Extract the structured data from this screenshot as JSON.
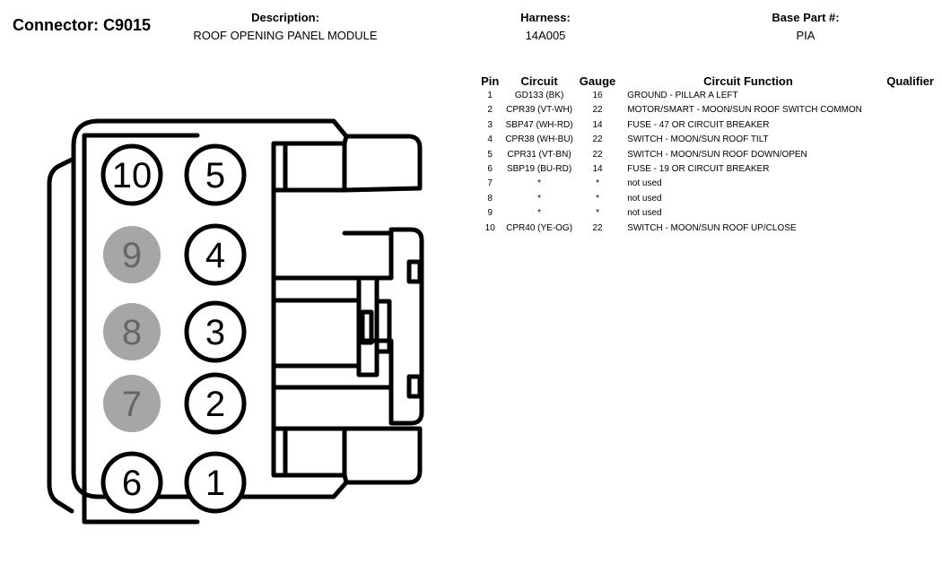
{
  "header": {
    "connector_title": "Connector: C9015",
    "description_label": "Description:",
    "description_value": "ROOF OPENING PANEL MODULE",
    "harness_label": "Harness:",
    "harness_value": "14A005",
    "base_part_label": "Base Part #:",
    "base_part_value": "PIA"
  },
  "table": {
    "columns": [
      "Pin",
      "Circuit",
      "Gauge",
      "Circuit Function",
      "Qualifier"
    ],
    "rows": [
      {
        "pin": "1",
        "circuit": "GD133 (BK)",
        "gauge": "16",
        "function": "GROUND - PILLAR A LEFT",
        "qualifier": ""
      },
      {
        "pin": "2",
        "circuit": "CPR39 (VT-WH)",
        "gauge": "22",
        "function": "MOTOR/SMART - MOON/SUN ROOF SWITCH COMMON",
        "qualifier": ""
      },
      {
        "pin": "3",
        "circuit": "SBP47 (WH-RD)",
        "gauge": "14",
        "function": "FUSE - 47 OR CIRCUIT BREAKER",
        "qualifier": ""
      },
      {
        "pin": "4",
        "circuit": "CPR38 (WH-BU)",
        "gauge": "22",
        "function": "SWITCH - MOON/SUN ROOF TILT",
        "qualifier": ""
      },
      {
        "pin": "5",
        "circuit": "CPR31 (VT-BN)",
        "gauge": "22",
        "function": "SWITCH - MOON/SUN ROOF DOWN/OPEN",
        "qualifier": ""
      },
      {
        "pin": "6",
        "circuit": "SBP19 (BU-RD)",
        "gauge": "14",
        "function": "FUSE - 19 OR CIRCUIT BREAKER",
        "qualifier": ""
      },
      {
        "pin": "7",
        "circuit": "*",
        "gauge": "*",
        "function": "not used",
        "qualifier": ""
      },
      {
        "pin": "8",
        "circuit": "*",
        "gauge": "*",
        "function": "not used",
        "qualifier": ""
      },
      {
        "pin": "9",
        "circuit": "*",
        "gauge": "*",
        "function": "not used",
        "qualifier": ""
      },
      {
        "pin": "10",
        "circuit": "CPR40 (YE-OG)",
        "gauge": "22",
        "function": "SWITCH - MOON/SUN ROOF UP/CLOSE",
        "qualifier": ""
      }
    ]
  },
  "connector": {
    "pins": [
      {
        "label": "10",
        "used": true
      },
      {
        "label": "5",
        "used": true
      },
      {
        "label": "9",
        "used": false
      },
      {
        "label": "4",
        "used": true
      },
      {
        "label": "8",
        "used": false
      },
      {
        "label": "3",
        "used": true
      },
      {
        "label": "7",
        "used": false
      },
      {
        "label": "2",
        "used": true
      },
      {
        "label": "6",
        "used": true
      },
      {
        "label": "1",
        "used": true
      }
    ],
    "used_fill": "#ffffff",
    "unused_fill": "#a6a6a6",
    "used_text_color": "#000000",
    "unused_text_color": "#666666"
  }
}
